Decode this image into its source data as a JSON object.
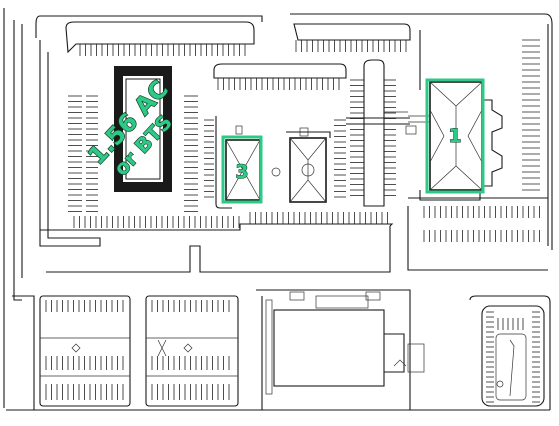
{
  "labels": {
    "bts_line1": "1.56 AC",
    "bts_line2": "or BTS",
    "pad_1": "1",
    "pad_3": "3"
  },
  "colors": {
    "highlight": "#2fc987",
    "label_fill": "#2fc987",
    "building_fill": "#1a1a1a",
    "linework": "#1a1a1a"
  }
}
